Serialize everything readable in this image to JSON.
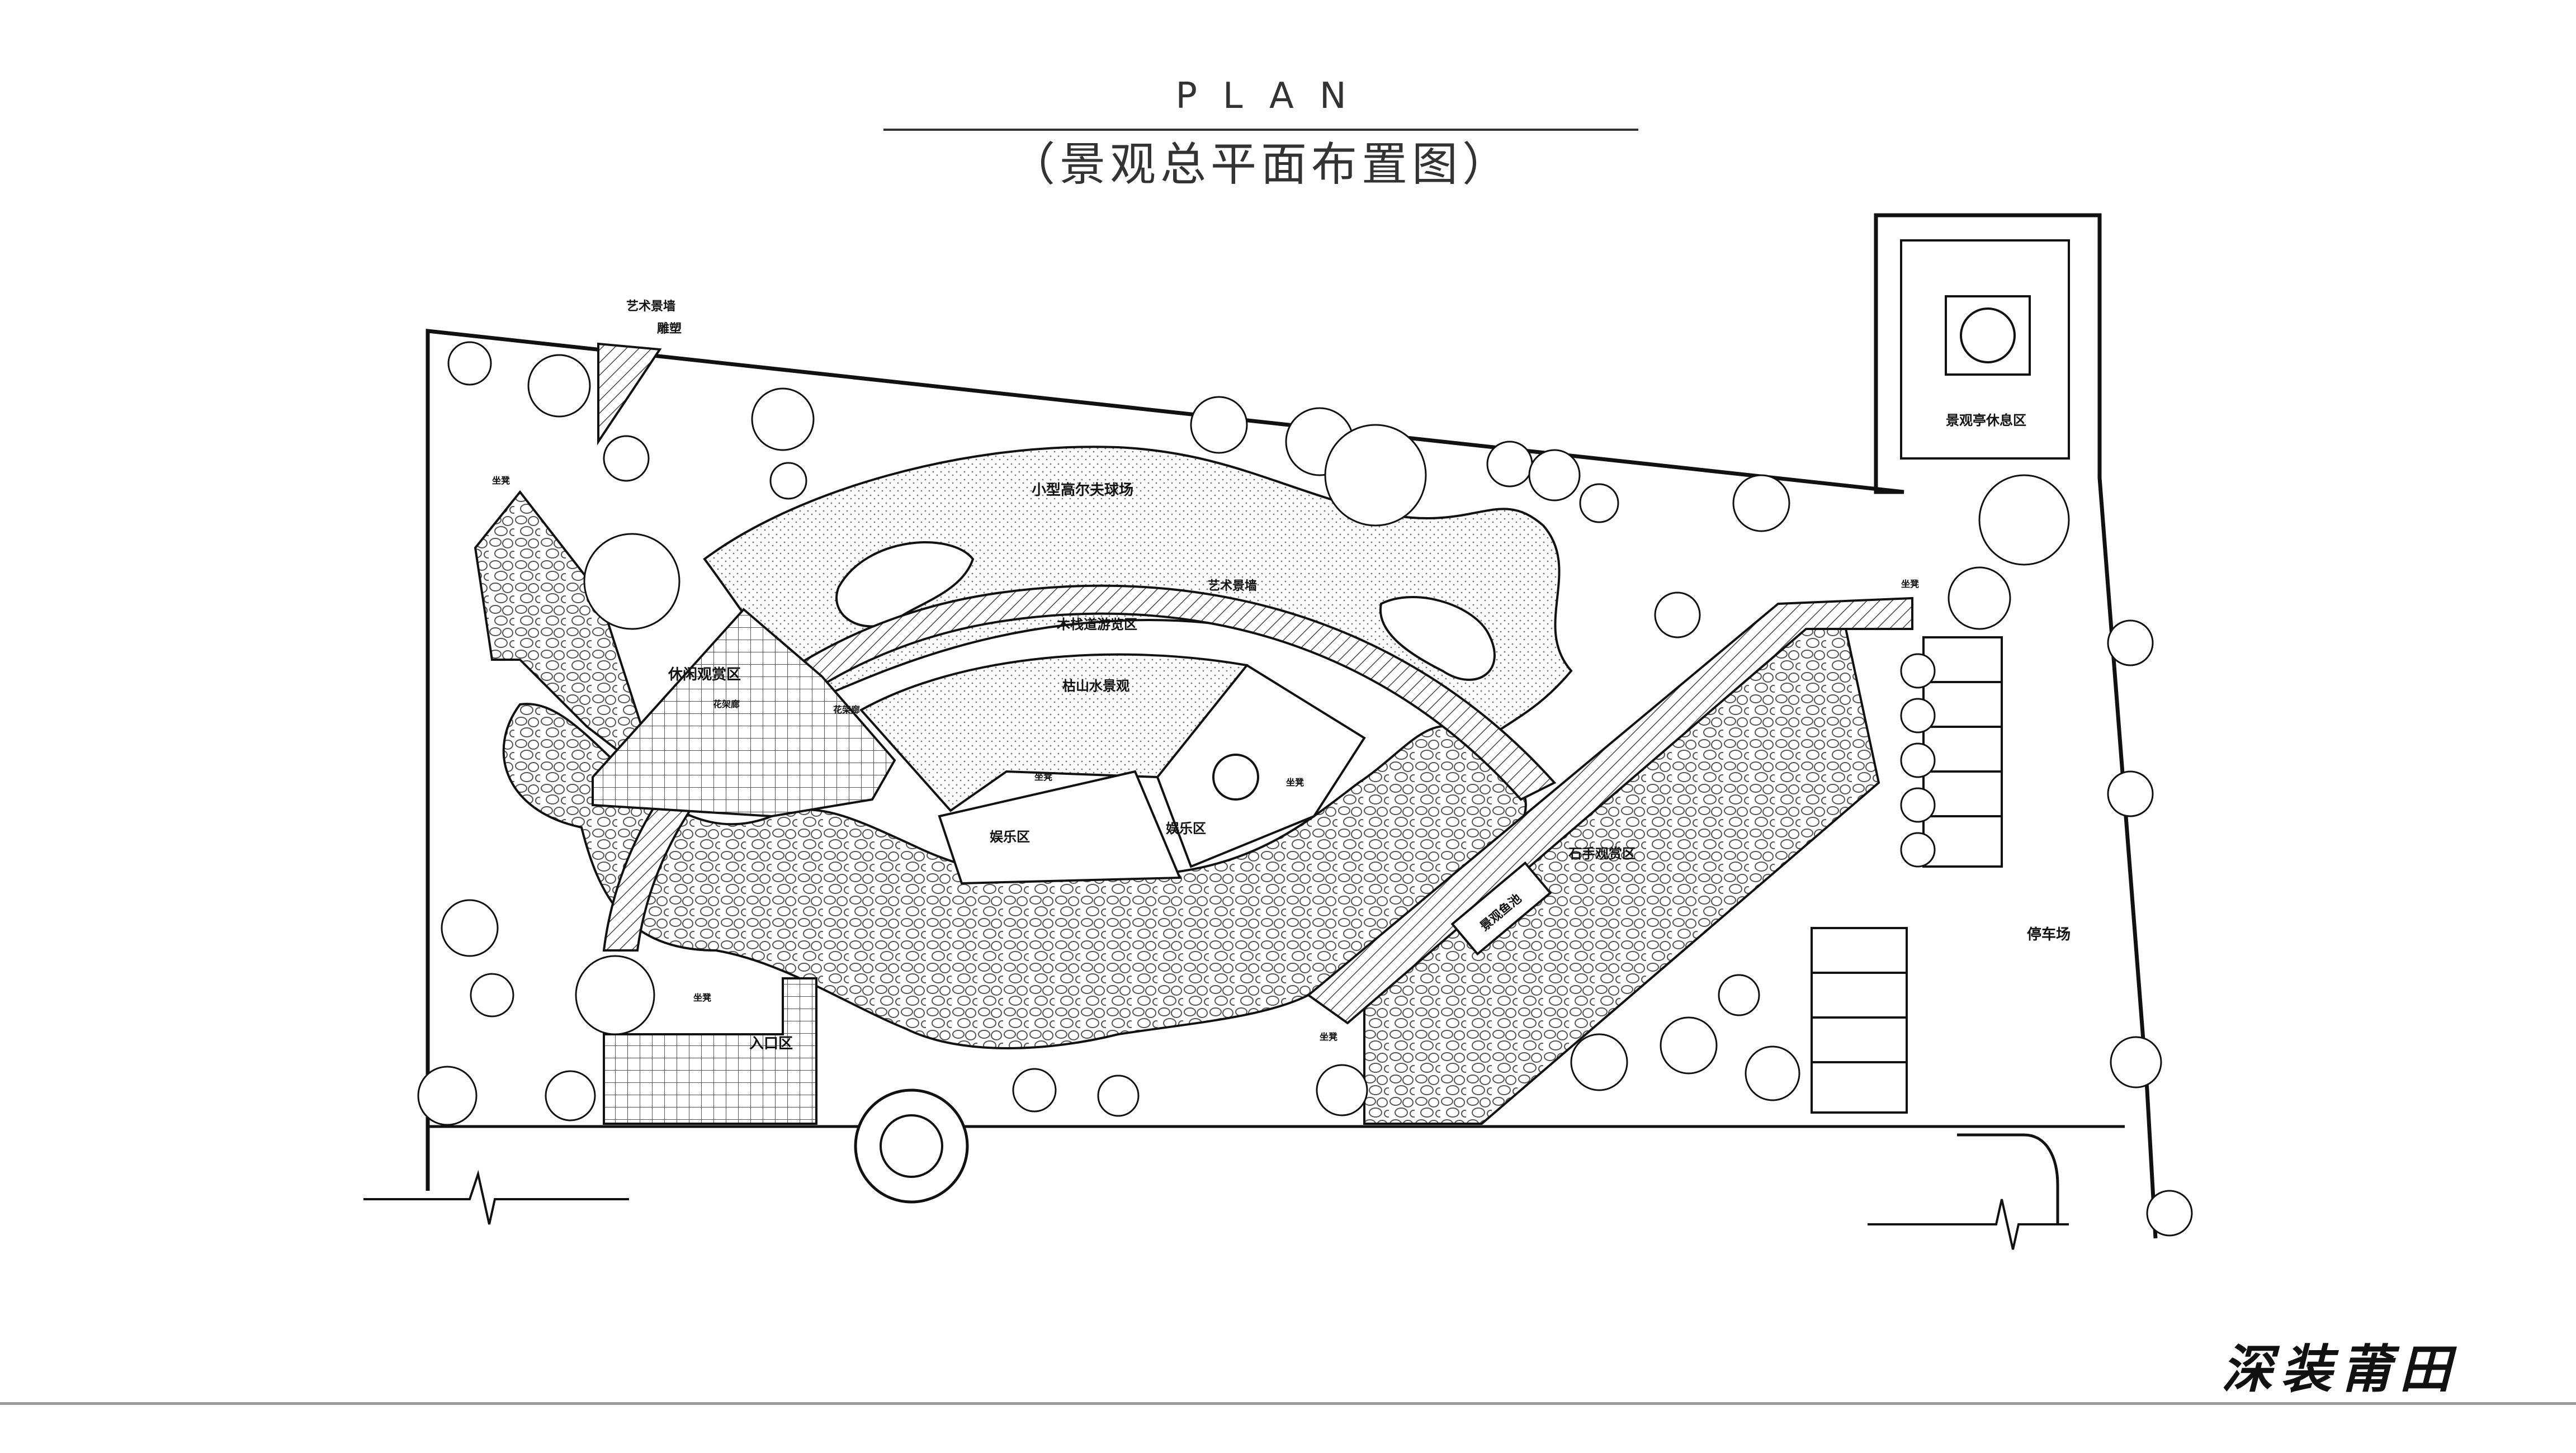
{
  "title": {
    "plan": "PLAN",
    "subtitle": "（景观总平面布置图）"
  },
  "labels": {
    "art_wall_1": "艺术景墙",
    "sculpture": "雕塑",
    "golf": "小型高尔夫球场",
    "art_wall_2": "艺术景墙",
    "boardwalk": "木栈道游览区",
    "dry_landscape": "枯山水景观",
    "leisure_zone": "休闲观赏区",
    "play_zone_1": "娱乐区",
    "play_zone_2": "娱乐区",
    "rock_zone": "石手观赏区",
    "pond": "景观鱼池",
    "parking": "停车场",
    "entrance": "入口区",
    "pavilion_rest": "景观亭休息区",
    "seat_1": "坐凳",
    "seat_2": "坐凳",
    "seat_3": "坐凳",
    "seat_4": "坐凳",
    "seat_5": "坐凳",
    "seat_6": "坐凳",
    "flower_1": "花架廊",
    "flower_2": "花架廊"
  },
  "brand": "深装莆田",
  "colors": {
    "line": "#111111",
    "lawn_fill": "#f2f2f2",
    "paving_fill": "#e8e8e8"
  }
}
